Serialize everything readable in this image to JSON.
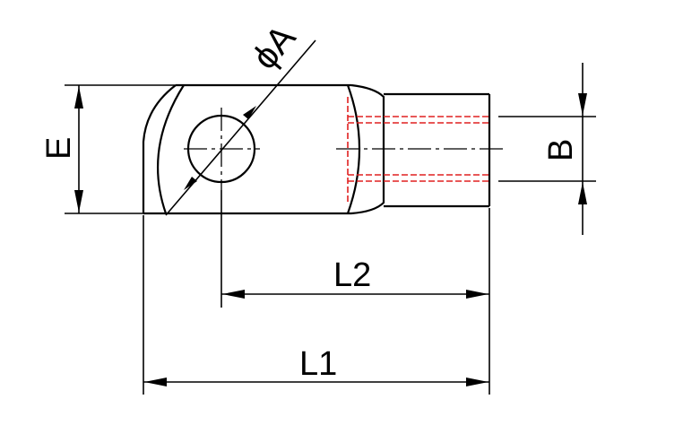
{
  "diagram": {
    "labels": {
      "phi_a": "ϕA",
      "e": "E",
      "b": "B",
      "l1": "L1",
      "l2": "L2"
    },
    "colors": {
      "outline": "#000000",
      "hidden_lines": "#e02020",
      "background": "#ffffff"
    }
  }
}
